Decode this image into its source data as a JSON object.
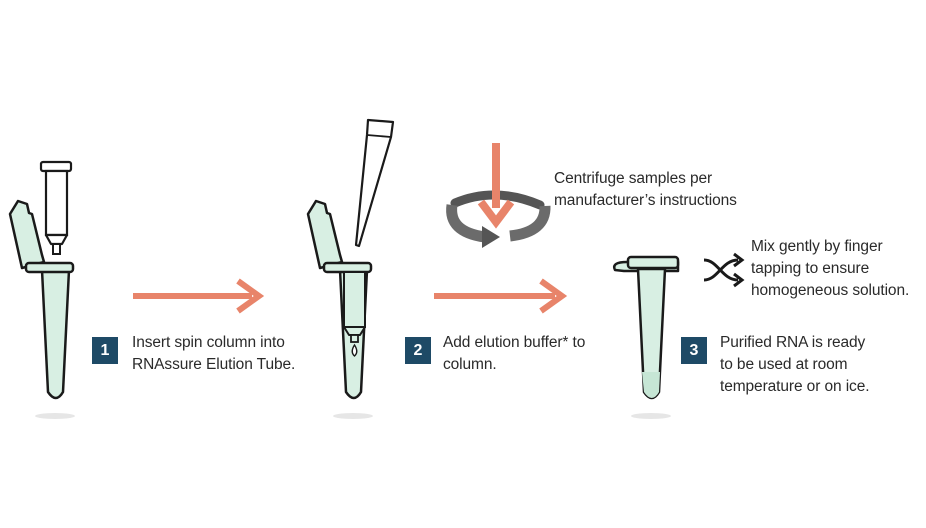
{
  "colors": {
    "arrow": "#e8846a",
    "tube_fill": "#d8efe3",
    "outline": "#1a1a1a",
    "badge": "#1e4a66",
    "spin_arrow": "#6b6b6b"
  },
  "steps": [
    {
      "number": "1",
      "lines": [
        "Insert spin column into",
        "RNAssure Elution Tube."
      ]
    },
    {
      "number": "2",
      "lines": [
        "Add elution buffer* to",
        "column."
      ]
    },
    {
      "number": "3",
      "lines": [
        "Purified RNA is ready",
        "to be used at room",
        "temperature or on ice."
      ]
    }
  ],
  "centrifuge": {
    "lines": [
      "Centrifuge samples per",
      "manufacturer’s instructions"
    ],
    "icon": "centrifuge-spin-icon"
  },
  "mix": {
    "lines": [
      "Mix gently by finger",
      "tapping to ensure",
      "homogeneous solution."
    ],
    "icon": "shuffle-icon"
  }
}
